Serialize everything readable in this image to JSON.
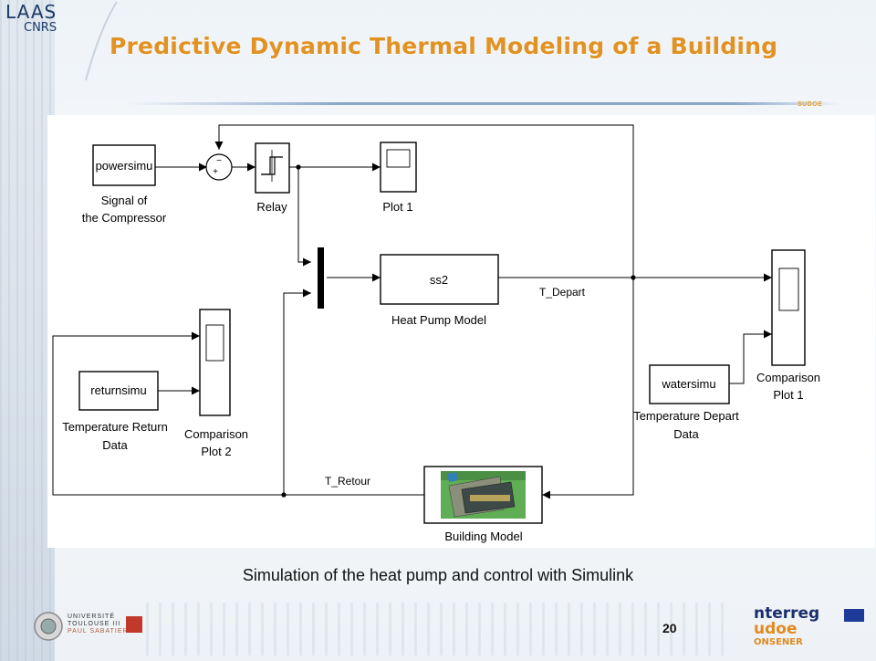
{
  "header": {
    "logo_line1": "LAAS",
    "logo_line2": "CNRS",
    "title": "Predictive Dynamic Thermal Modeling of a Building",
    "tag": "SUDOE"
  },
  "diagram": {
    "blocks": {
      "powersimu": "powersimu",
      "sum_plus": "+",
      "sum_minus": "−",
      "relay": "Relay",
      "plot1": "Plot 1",
      "ss2": "ss2",
      "heat_pump": "Heat Pump Model",
      "returnsimu": "returnsimu",
      "comp_plot2_line1": "Comparison",
      "comp_plot2_line2": "Plot 2",
      "watersimu": "watersimu",
      "comp_plot1_line1": "Comparison",
      "comp_plot1_line2": "Plot 1",
      "building": "Building Model"
    },
    "labels": {
      "signal_line1": "Signal of",
      "signal_line2": "the Compressor",
      "t_depart": "T_Depart",
      "t_retour": "T_Retour",
      "temp_return_line1": "Temperature Return",
      "temp_return_line2": "Data",
      "temp_depart_line1": "Temperature Depart",
      "temp_depart_line2": "Data"
    }
  },
  "caption": "Simulation of the heat pump and control with Simulink",
  "footer": {
    "page_number": "20",
    "university_line1": "UNIVERSITÉ",
    "university_line2": "TOULOUSE III",
    "university_line3": "PAUL SABATIER",
    "interreg": "nterreg",
    "sudoe": "udoe",
    "gonsener": "ONSENER"
  },
  "colors": {
    "title": "#e29222",
    "block_border": "#000000",
    "building_green": "#5fae55"
  }
}
